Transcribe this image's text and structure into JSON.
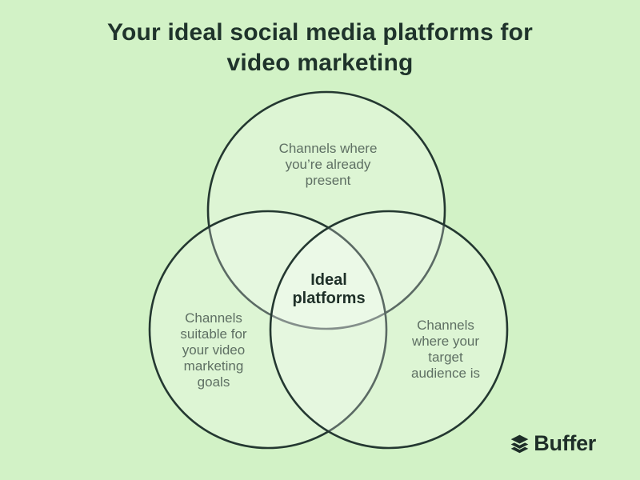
{
  "title": {
    "line1": "Your ideal social media platforms for",
    "line2": "video marketing"
  },
  "diagram": {
    "type": "venn",
    "circles": [
      {
        "id": "top",
        "label_lines": [
          "Channels where",
          "you’re already",
          "present"
        ]
      },
      {
        "id": "bottom_left",
        "label_lines": [
          "Channels",
          "suitable for",
          "your video",
          "marketing",
          "goals"
        ]
      },
      {
        "id": "bottom_right",
        "label_lines": [
          "Channels",
          "where your",
          "target",
          "audience is"
        ]
      }
    ],
    "intersection": {
      "line1": "Ideal",
      "line2": "platforms"
    }
  },
  "branding": {
    "logo_text": "Buffer",
    "logo_icon": "buffer-layers-icon"
  },
  "colors": {
    "background": "#d2f2c6",
    "circle_fill_overlay": "rgba(255,255,255,0.25)",
    "circle_stroke": "#243831",
    "title_text": "#1f332b",
    "label_text": "#5e6f63",
    "emphasis_text": "#1e3028"
  }
}
